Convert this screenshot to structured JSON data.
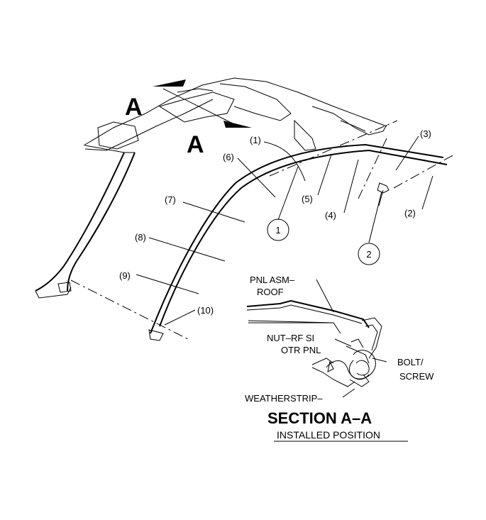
{
  "section_markers": {
    "upper": "A",
    "lower": "A"
  },
  "callouts": {
    "c1": "(1)",
    "c2": "(2)",
    "c3": "(3)",
    "c4": "(4)",
    "c5": "(5)",
    "c6": "(6)",
    "c7": "(7)",
    "c8": "(8)",
    "c9": "(9)",
    "c10": "(10)"
  },
  "circled": {
    "one": "1",
    "two": "2"
  },
  "section_labels": {
    "panel_l1": "PNL ASM–",
    "panel_l2": "ROOF",
    "nut_l1": "NUT–RF SI",
    "nut_l2": "OTR PNL",
    "bolt_l1": "BOLT/",
    "bolt_l2": "SCREW",
    "weatherstrip": "WEATHERSTRIP–"
  },
  "section_title": "SECTION A–A",
  "section_subtitle": "INSTALLED POSITION"
}
